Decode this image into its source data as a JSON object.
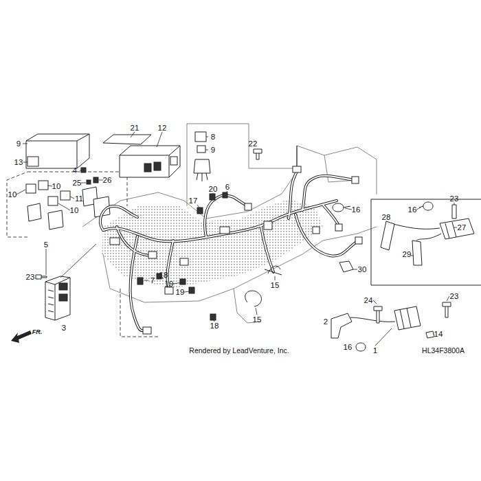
{
  "diagram": {
    "labels": [
      "9",
      "13",
      "21",
      "12",
      "8",
      "9",
      "22",
      "4",
      "25",
      "26",
      "10",
      "10",
      "11",
      "10",
      "20",
      "6",
      "17",
      "16",
      "23",
      "16",
      "28",
      "27",
      "29",
      "5",
      "23",
      "7",
      "18",
      "19",
      "19",
      "30",
      "15",
      "15",
      "18",
      "3",
      "2",
      "24",
      "23",
      "1",
      "14",
      "16",
      "FR.",
      "Rendered by LeadVenture, Inc.",
      "HL34F3800A"
    ]
  }
}
